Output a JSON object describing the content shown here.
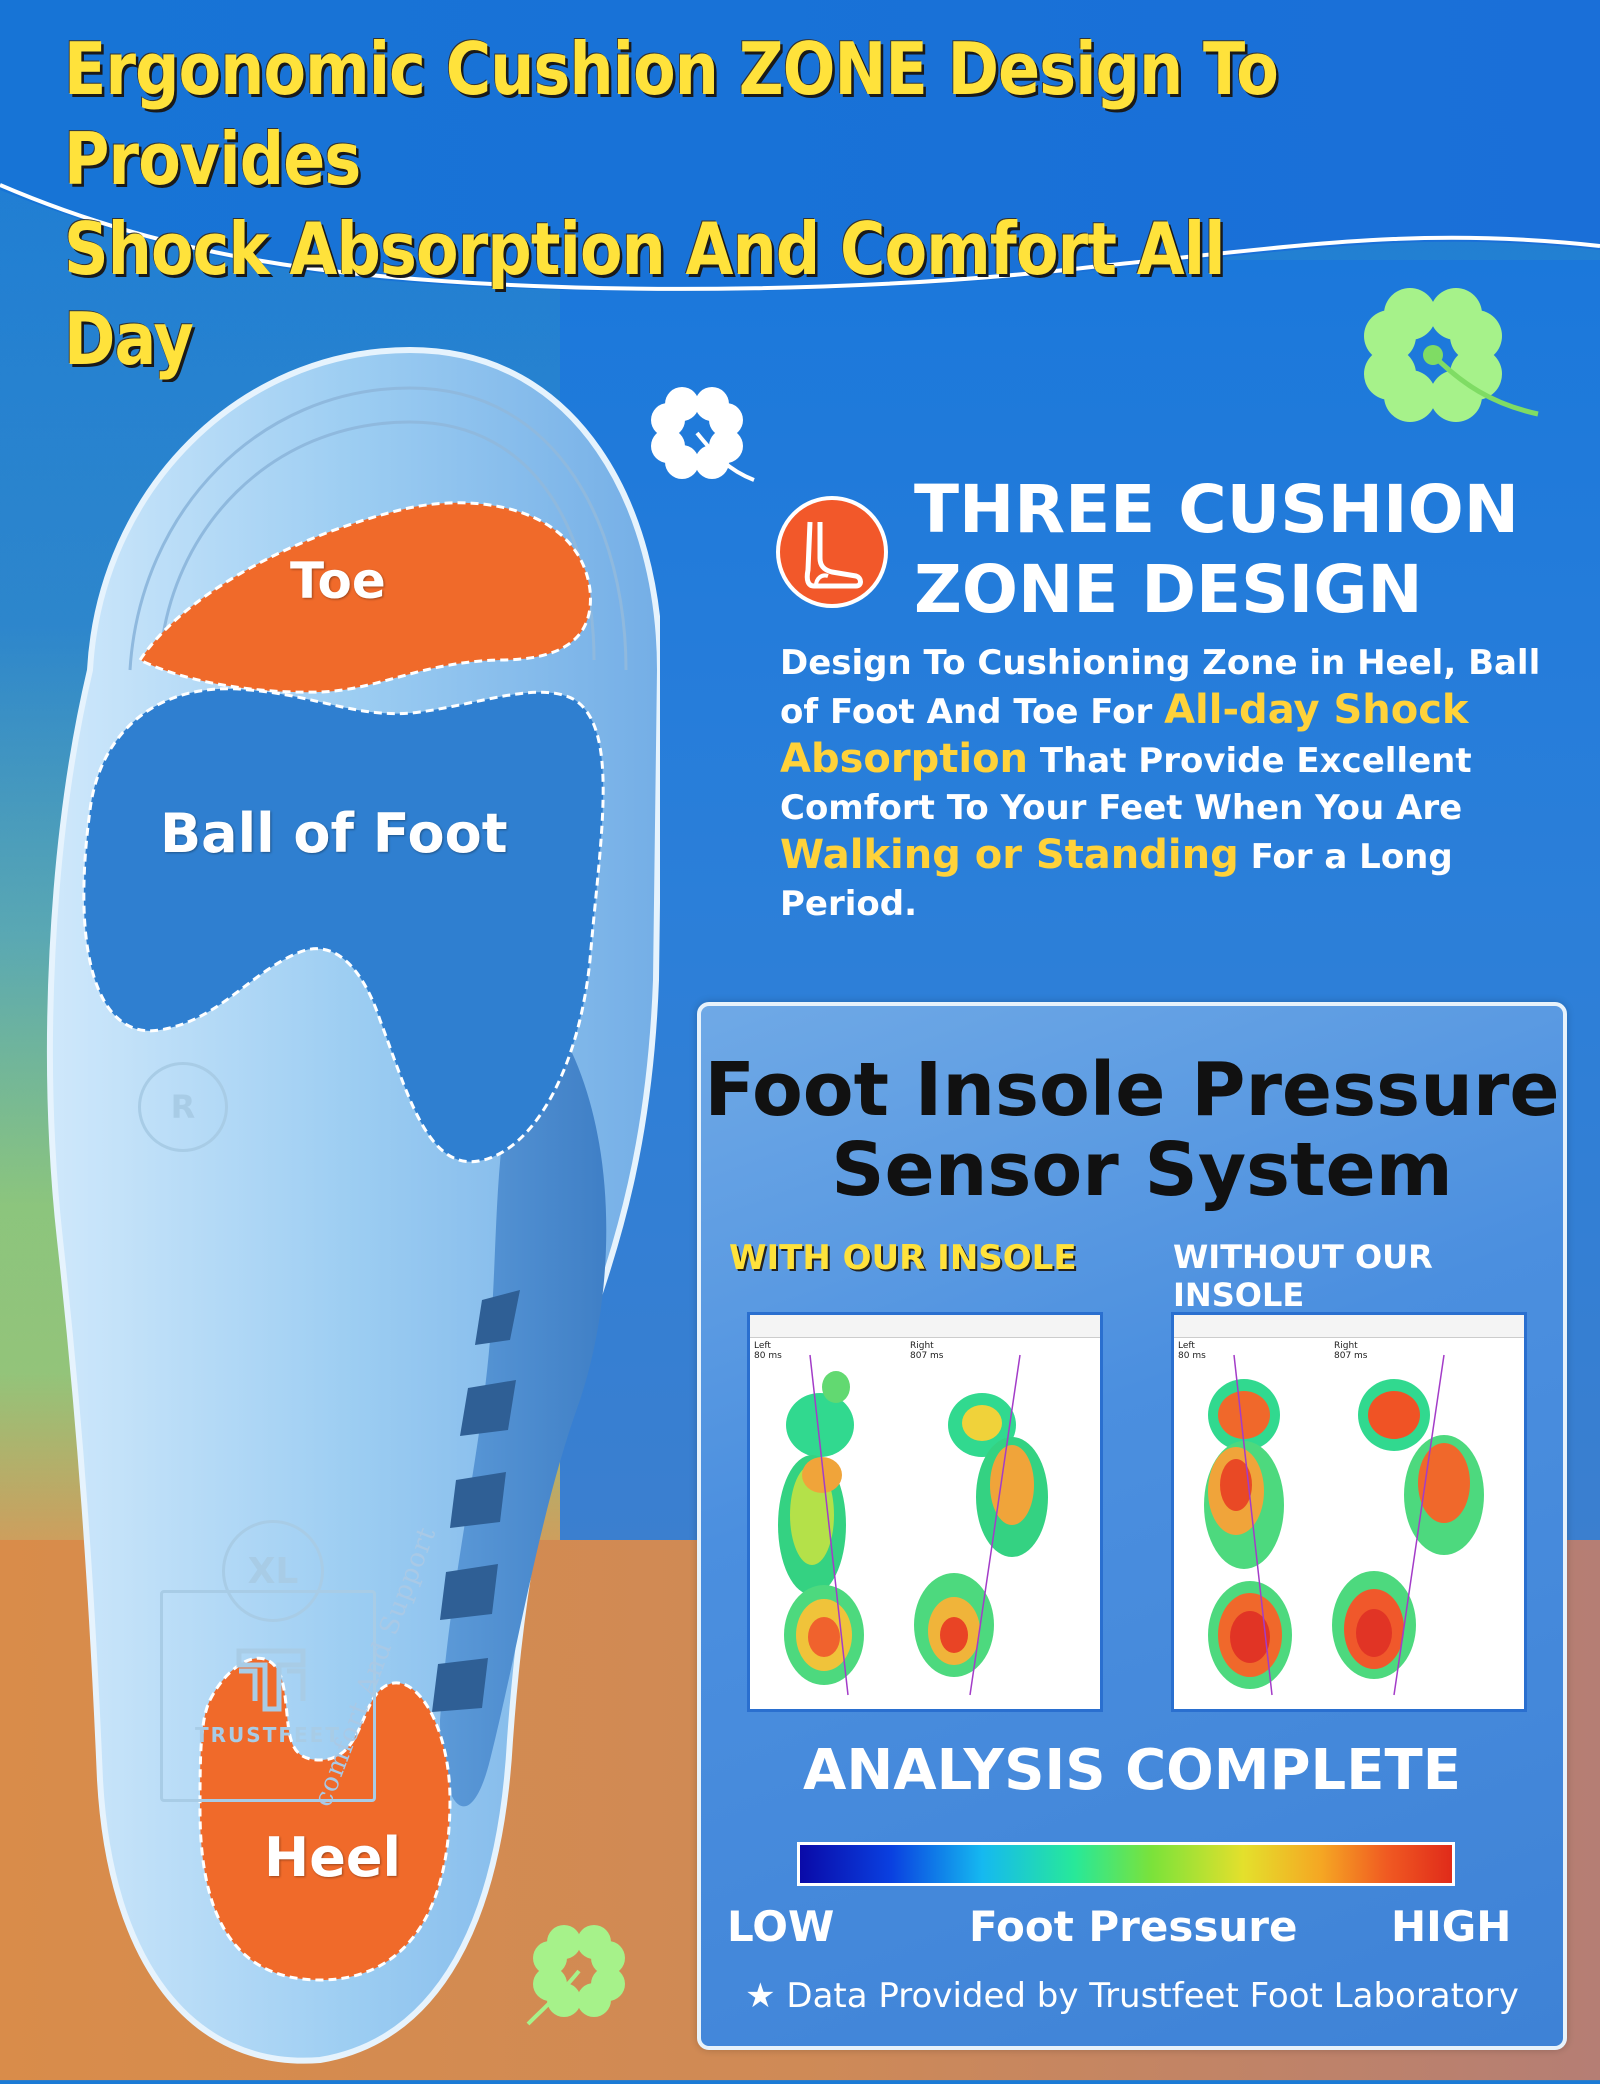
{
  "headline": {
    "line1": "Ergonomic Cushion ZONE Design To Provides",
    "line2": "Shock Absorption And Comfort All Day"
  },
  "insole": {
    "zones": {
      "toe": "Toe",
      "ball": "Ball of Foot",
      "heel": "Heel"
    },
    "side_badge": "R",
    "size_badge": "XL",
    "brand": "TRUSTFEET",
    "side_text": "comfort And Support"
  },
  "feature": {
    "icon": "foot-icon",
    "title_line1": "THREE CUSHION",
    "title_line2": "ZONE DESIGN",
    "desc_part1": "Design To Cushioning Zone in Heel, Ball of Foot And  Toe For ",
    "desc_hl1": "All-day Shock Absorption",
    "desc_part2": " That Provide Excellent Comfort To Your Feet When You Are ",
    "desc_hl2": "Walking or Standing",
    "desc_part3": " For a Long Period."
  },
  "panel": {
    "title_line1": "Foot Insole Pressure",
    "title_line2": "Sensor System",
    "with_label": "WITH OUR INSOLE",
    "without_label": "WITHOUT OUR INSOLE",
    "scan_left_label": "Left",
    "scan_left_ms": "80 ms",
    "scan_right_label": "Right",
    "scan_right_ms": "807 ms",
    "analysis": "ANALYSIS COMPLETE",
    "scale_low": "LOW",
    "scale_mid": "Foot Pressure",
    "scale_high": "HIGH",
    "note": "★ Data Provided by Trustfeet Foot Laboratory"
  },
  "colors": {
    "headline": "#ffe23b",
    "highlight": "#ffd23a",
    "zone_orange": "#f06a2a",
    "zone_blue": "#2f7fd0",
    "clover_green": "#9ef07a"
  }
}
